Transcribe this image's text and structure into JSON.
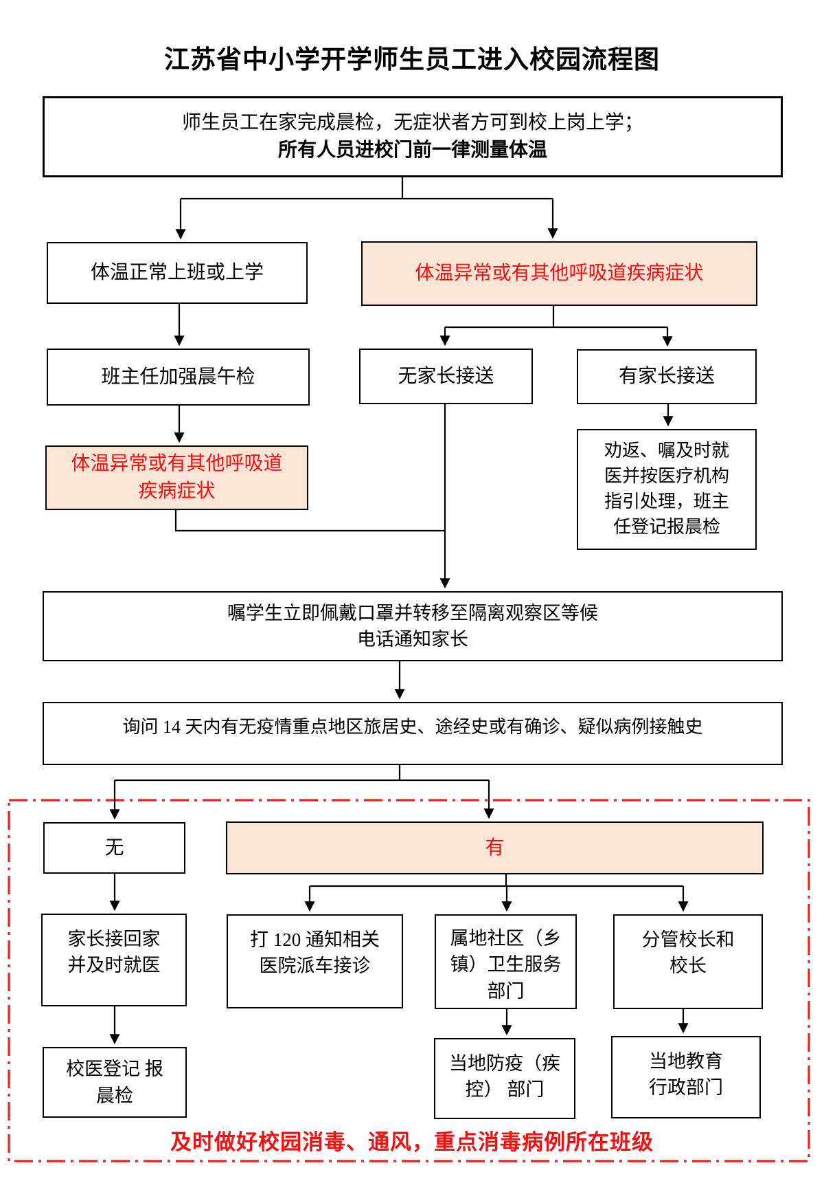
{
  "title": "江苏省中小学开学师生员工进入校园流程图",
  "colors": {
    "highlight_bg": "#fbe5d6",
    "alert_text": "#f40f0f",
    "box_border": "#000000",
    "dashed_zone_border": "#e8231f"
  },
  "nodes": {
    "morning_check_at_home": {
      "line1": "师生员工在家完成晨检，无症状者方可到校上岗上学；",
      "line2": "所有人员进校门前一律测量体温"
    },
    "temp_normal": {
      "text": "体温正常上班或上学"
    },
    "temp_abnormal": {
      "text": "体温异常或有其他呼吸道疾病症状"
    },
    "head_teacher_check": {
      "text": "班主任加强晨午检"
    },
    "no_parent_pickup": {
      "text": "无家长接送"
    },
    "with_parent_pickup": {
      "text": "有家长接送"
    },
    "temp_abnormal_2": {
      "text": "体温异常或有其他呼吸道\n疾病症状"
    },
    "persuade_return": {
      "text": "劝返、嘱及时就\n医并按医疗机构\n指引处理，班主\n任登记报晨检"
    },
    "mask_isolation": {
      "text": "嘱学生立即佩戴口罩并转移至隔离观察区等候\n电话通知家长"
    },
    "ask_travel_history": {
      "text": "询问 14 天内有无疫情重点地区旅居史、途经史或有确诊、疑似病例接触史"
    },
    "no_history": {
      "text": "无"
    },
    "yes_history": {
      "text": "有"
    },
    "parent_take_home": {
      "text": "家长接回家\n并及时就医"
    },
    "call_120": {
      "text": "打 120 通知相关\n医院派车接诊"
    },
    "community_health": {
      "text": "属地社区（乡\n镇）卫生服务\n部门"
    },
    "principal": {
      "text": "分管校长和\n校长"
    },
    "school_doctor_register": {
      "text": "校医登记 报\n晨检"
    },
    "cdc_dept": {
      "text": "当地防疫（疾\n控） 部门"
    },
    "education_dept": {
      "text": "当地教育\n行政部门"
    },
    "disinfection_note": {
      "text": "及时做好校园消毒、通风，重点消毒病例所在班级"
    }
  }
}
